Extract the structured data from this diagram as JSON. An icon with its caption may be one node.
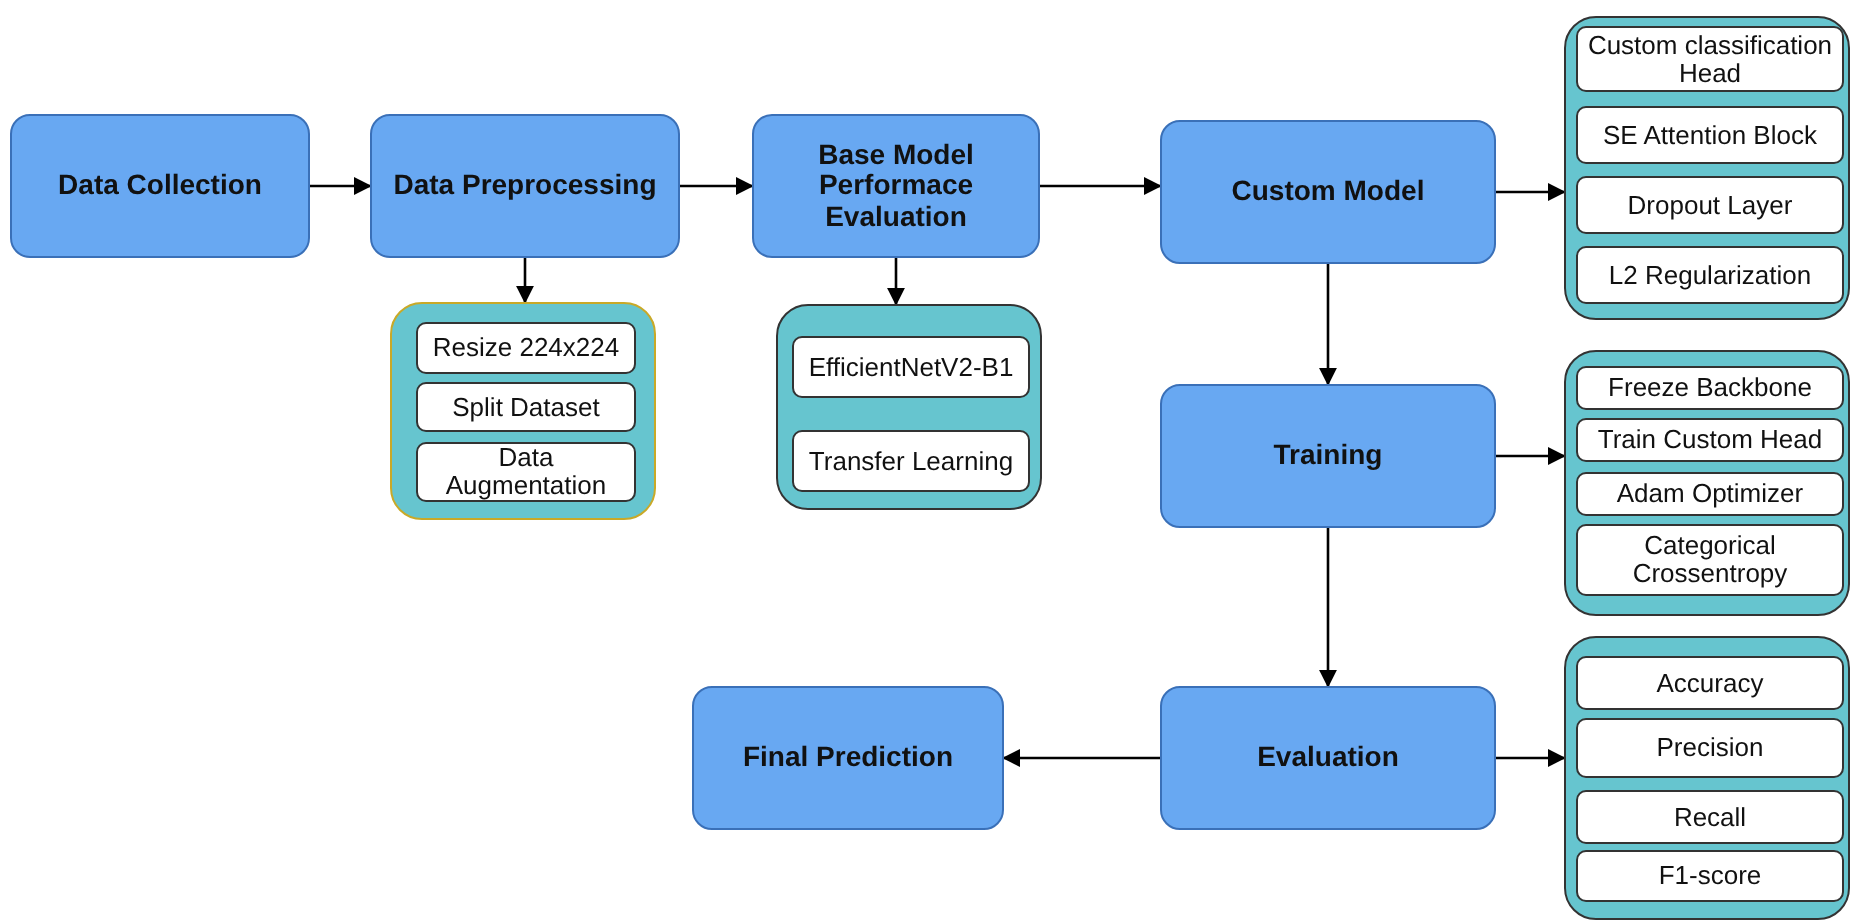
{
  "diagram": {
    "nodes": [
      {
        "text": [
          "Data Collection"
        ]
      },
      {
        "text": [
          "Data Preprocessing"
        ]
      },
      {
        "text": [
          "Base Model Performace Evaluation"
        ]
      },
      {
        "text": [
          "Custom Model"
        ]
      },
      {
        "text": [],
        "shape": "box"
      },
      {
        "text": [
          "Resize 224x224"
        ],
        "in": 4
      },
      {
        "text": [
          "Split Dataset"
        ],
        "in": 4
      },
      {
        "text": [
          "Data Augmentation"
        ],
        "in": 4
      },
      {
        "text": [],
        "shape": "box"
      },
      {
        "text": [
          "EfficientNetV2-B1"
        ],
        "in": 8
      },
      {
        "text": [
          "Transfer Learning"
        ],
        "in": 8
      },
      {
        "text": [],
        "shape": "box"
      },
      {
        "text": [
          "Custom classification Head"
        ],
        "in": 11
      },
      {
        "text": [
          "SE Attention Block"
        ],
        "in": 11
      },
      {
        "text": [
          "Dropout Layer"
        ],
        "in": 11
      },
      {
        "text": [
          "L2 Regularization"
        ],
        "in": 11
      },
      {
        "text": [
          "Training"
        ]
      },
      {
        "text": [],
        "shape": "box"
      },
      {
        "text": [
          "Freeze Backbone"
        ],
        "in": 17
      },
      {
        "text": [
          "Train Custom Head"
        ],
        "in": 17
      },
      {
        "text": [
          "Adam Optimizer"
        ],
        "in": 17
      },
      {
        "text": [
          "Categorical Crossentropy"
        ],
        "in": 17
      },
      {
        "text": [
          "Evaluation"
        ]
      },
      {
        "text": [],
        "shape": "box"
      },
      {
        "text": [
          "Accuracy"
        ],
        "in": 23
      },
      {
        "text": [
          "Precision"
        ],
        "in": 23
      },
      {
        "text": [
          "Recall"
        ],
        "in": 23
      },
      {
        "text": [
          "F1-score"
        ],
        "in": 23
      },
      {
        "text": [
          "Final Prediction"
        ]
      }
    ],
    "edges": [
      {
        "from": 0,
        "to": 1,
        "arrow": "to"
      },
      {
        "from": 1,
        "to": 2,
        "arrow": "to"
      },
      {
        "from": 2,
        "to": 3,
        "arrow": "to"
      },
      {
        "from": 1,
        "to": 4,
        "arrow": "to"
      },
      {
        "from": 2,
        "to": 8,
        "arrow": "to"
      },
      {
        "from": 3,
        "to": 11,
        "arrow": "to"
      },
      {
        "from": 3,
        "to": 16,
        "arrow": "to"
      },
      {
        "from": 16,
        "to": 17,
        "arrow": "to"
      },
      {
        "from": 16,
        "to": 22,
        "arrow": "to"
      },
      {
        "from": 22,
        "to": 23,
        "arrow": "to"
      },
      {
        "from": 22,
        "to": 28,
        "arrow": "to"
      }
    ]
  }
}
